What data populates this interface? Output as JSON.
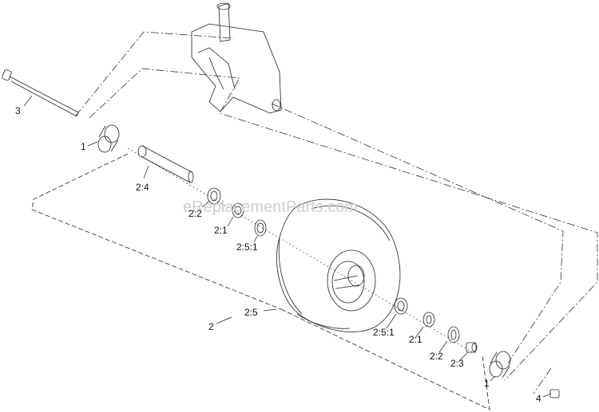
{
  "watermark": "eReplacementParts.com",
  "labels": {
    "l3": "3",
    "l1a": "1",
    "l2_4": "2:4",
    "l2_2a": "2:2",
    "l2_1a": "2:1",
    "l2_5_1a": "2:5:1",
    "l2": "2",
    "l2_5": "2:5",
    "l2_5_1b": "2:5:1",
    "l2_1b": "2:1",
    "l2_2b": "2:2",
    "l2_3": "2:3",
    "l1b": "1",
    "l4": "4"
  }
}
